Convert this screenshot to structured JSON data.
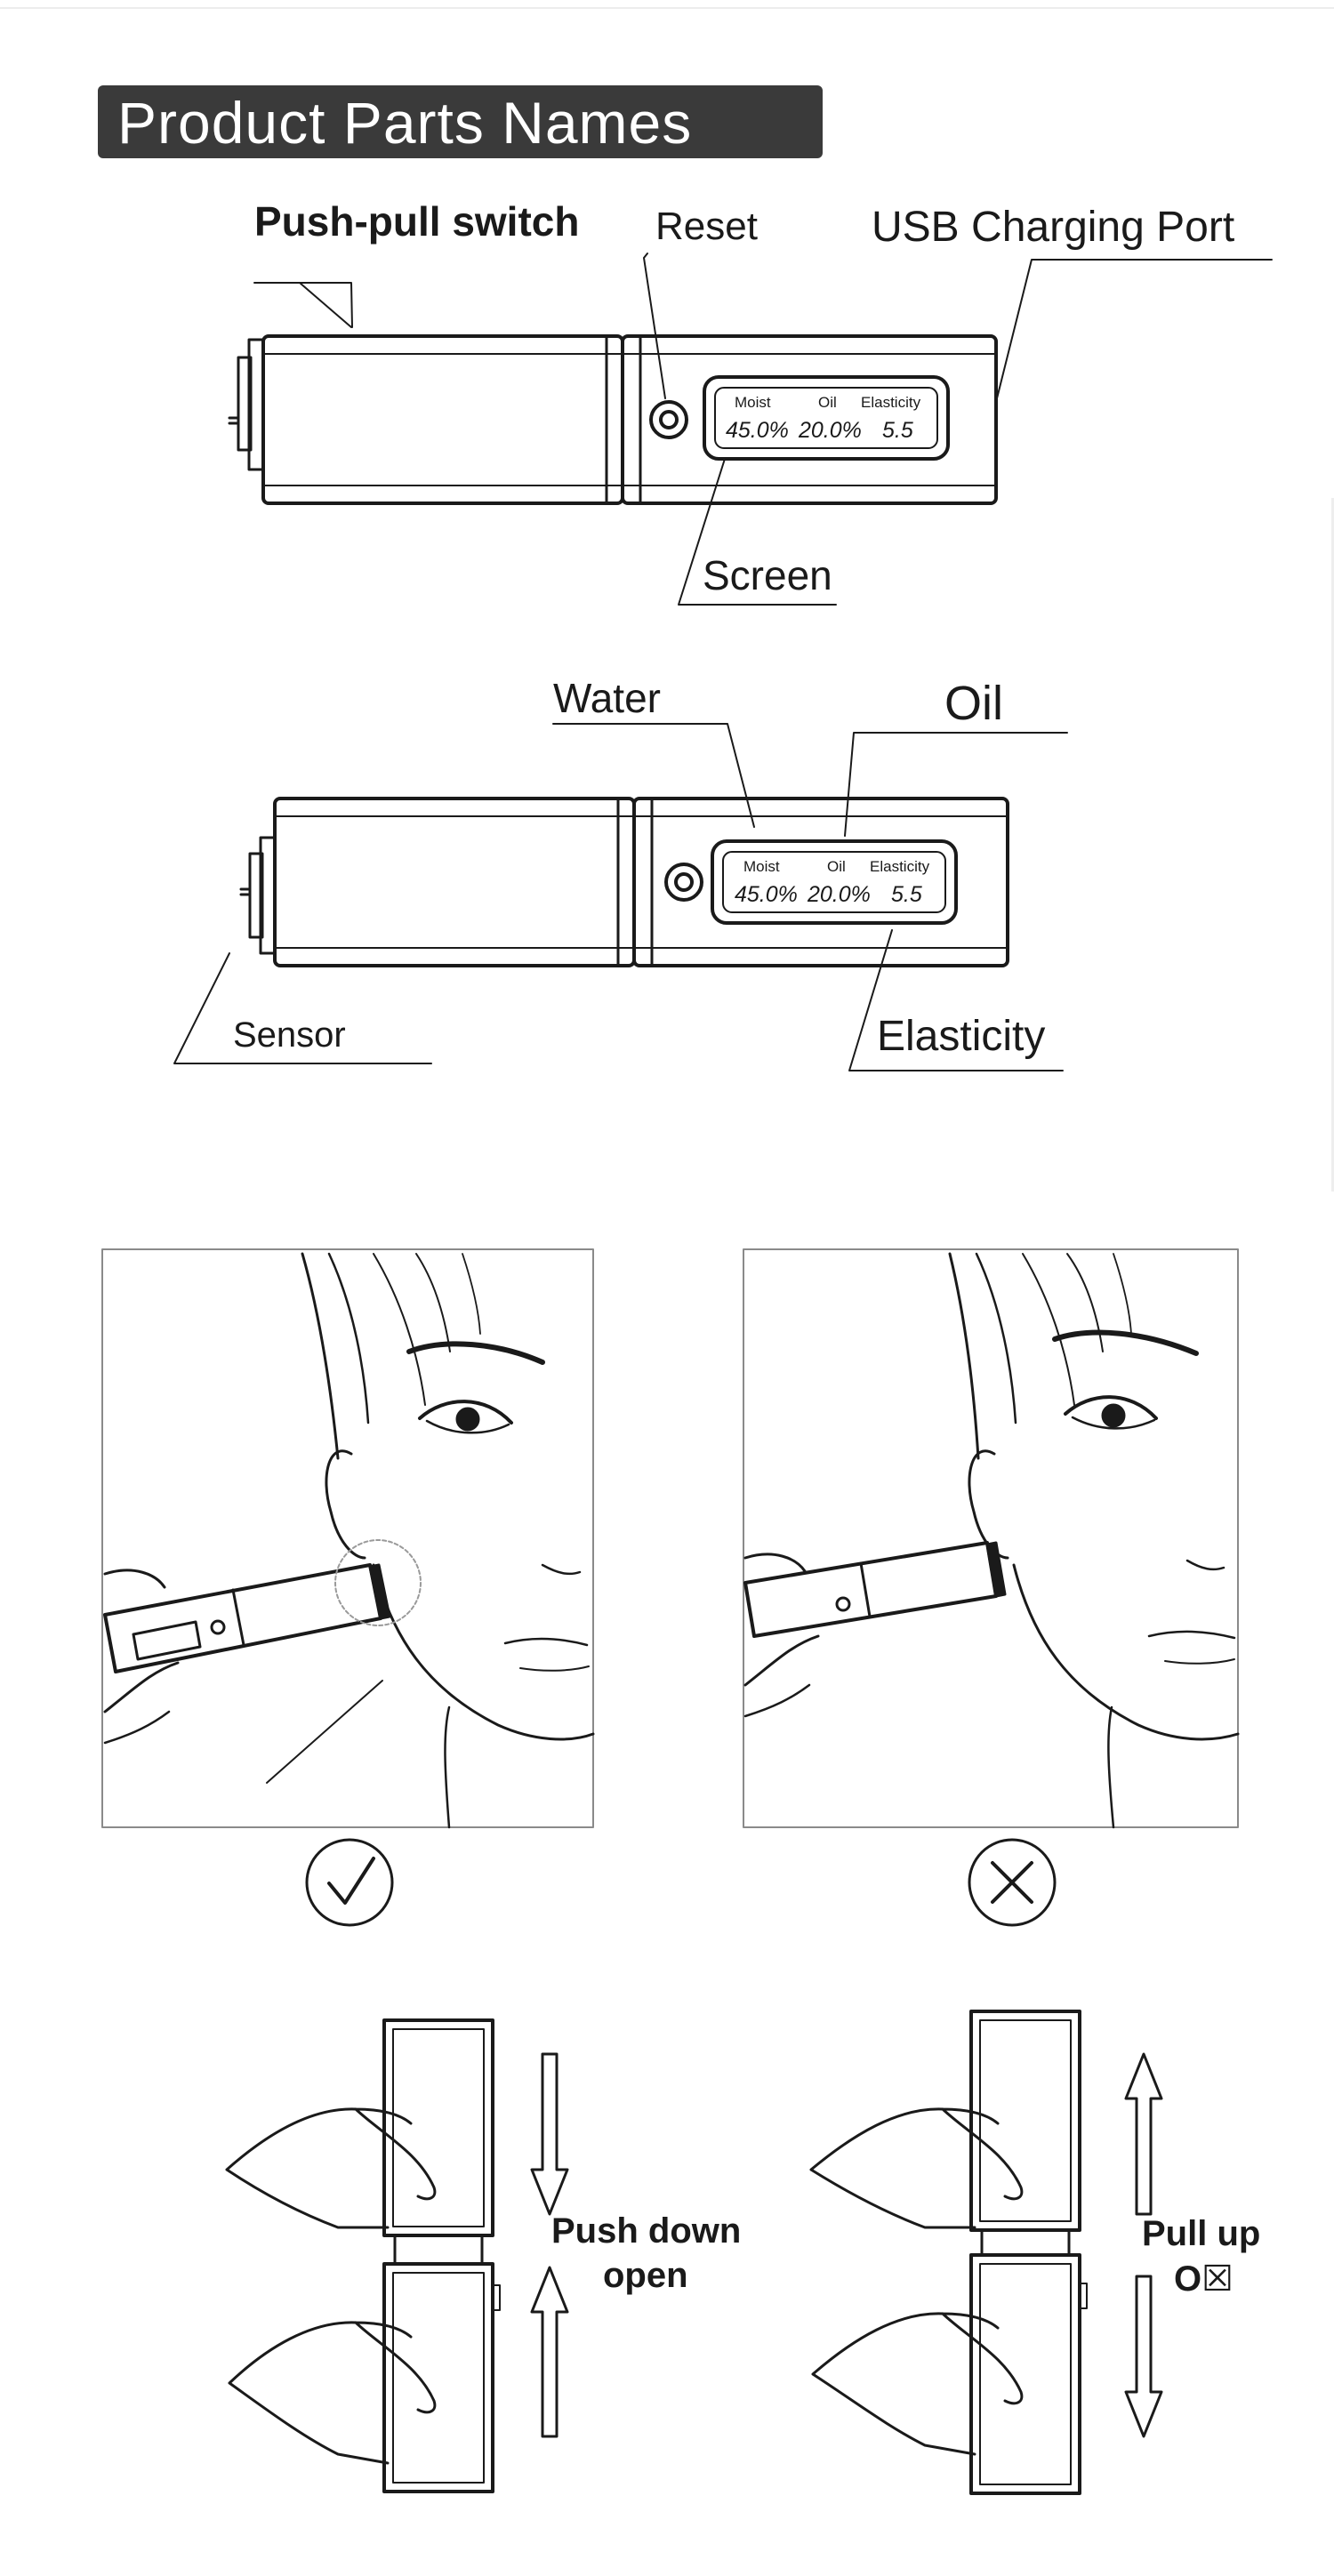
{
  "title": "Product Parts Names",
  "parts_diagram_1": {
    "push_pull_switch": "Push-pull switch",
    "reset": "Reset",
    "usb_charging_port": "USB Charging Port",
    "screen": "Screen"
  },
  "parts_diagram_2": {
    "water": "Water",
    "oil": "Oil",
    "sensor": "Sensor",
    "elasticity": "Elasticity"
  },
  "lcd": {
    "moist_label": "Moist",
    "oil_label": "Oil",
    "elasticity_label": "Elasticity",
    "moist_value": "45.0%",
    "oil_value": "20.0%",
    "elasticity_value": "5.5"
  },
  "usage": {
    "correct_icon": "check-mark-icon",
    "wrong_icon": "cross-mark-icon"
  },
  "operation": {
    "push_line1": "Push down",
    "push_line2": "open",
    "pull_line1": "Pull up",
    "pull_line2": "O☒"
  }
}
